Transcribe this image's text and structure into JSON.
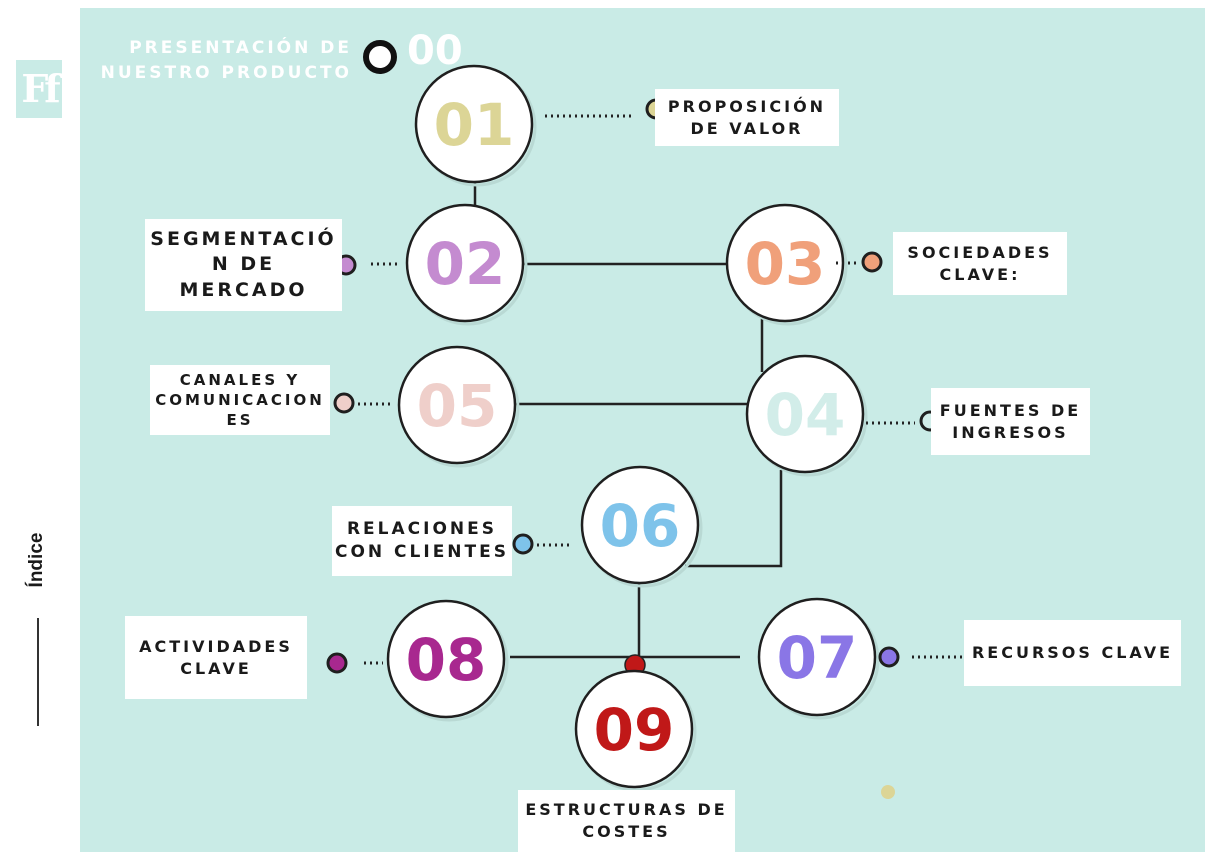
{
  "logo": "Ff",
  "side_label": "Índice",
  "intro": {
    "title_line1": "PRESENTACIÓN DE",
    "title_line2": "NUESTRO PRODUCTO",
    "number": "00"
  },
  "nodes": [
    {
      "id": "01",
      "color": "#dcd596",
      "dot_color": "#dcd596",
      "label": [
        "PROPOSICIÓN",
        "DE VALOR"
      ]
    },
    {
      "id": "02",
      "color": "#c48bd0",
      "dot_color": "#c48bd0",
      "label": [
        "SEGMENTACIÓ",
        "N DE",
        "MERCADO"
      ]
    },
    {
      "id": "03",
      "color": "#f0a07a",
      "dot_color": "#f0a07a",
      "label": [
        "SOCIEDADES",
        "CLAVE:"
      ]
    },
    {
      "id": "04",
      "color": "#d2ede9",
      "dot_color": "#d2ede9",
      "label": [
        "FUENTES DE",
        "INGRESOS"
      ]
    },
    {
      "id": "05",
      "color": "#efcfca",
      "dot_color": "#efcfca",
      "label": [
        "CANALES Y",
        "COMUNICACION",
        "ES"
      ]
    },
    {
      "id": "06",
      "color": "#7ec3ea",
      "dot_color": "#7ec3ea",
      "label": [
        "RELACIONES",
        "CON CLIENTES"
      ]
    },
    {
      "id": "07",
      "color": "#8a76e6",
      "dot_color": "#8a76e6",
      "label": [
        "RECURSOS CLAVE"
      ]
    },
    {
      "id": "08",
      "color": "#a8288f",
      "dot_color": "#a8288f",
      "label": [
        "ACTIVIDADES",
        "CLAVE"
      ]
    },
    {
      "id": "09",
      "color": "#c01818",
      "dot_color": "#c01818",
      "label": [
        "ESTRUCTURAS DE",
        "COSTES"
      ]
    }
  ],
  "colors": {
    "background": "#c9ebe6",
    "line": "#222222",
    "circle_fill": "#ffffff",
    "accent_dot_red": "#c01818",
    "accent_dot_magenta": "#a8288f",
    "accent_dot_yellow": "#dcd596"
  }
}
